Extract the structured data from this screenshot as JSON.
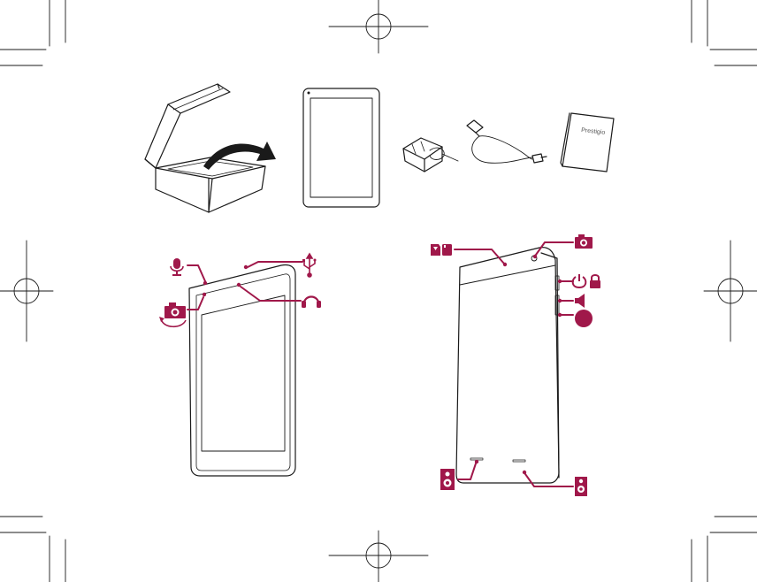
{
  "brand": {
    "text": "Prestigio"
  },
  "colors": {
    "line": "#1a1a1a",
    "accent": "#a0184a",
    "paper": "#ffffff"
  },
  "package_contents": {
    "items": [
      "box-icon",
      "tablet-front",
      "charger-icon",
      "usb-cable-icon",
      "quick-guide-booklet"
    ]
  },
  "front_view": {
    "callouts": [
      "microphone-icon",
      "usb-icon",
      "headphone-icon",
      "front-camera-icon"
    ]
  },
  "back_view": {
    "callouts": [
      "sd-card-icon",
      "rear-camera-icon",
      "power-lock-icon",
      "volume-icon",
      "home-button-icon",
      "speaker-left-icon",
      "speaker-right-icon"
    ]
  }
}
